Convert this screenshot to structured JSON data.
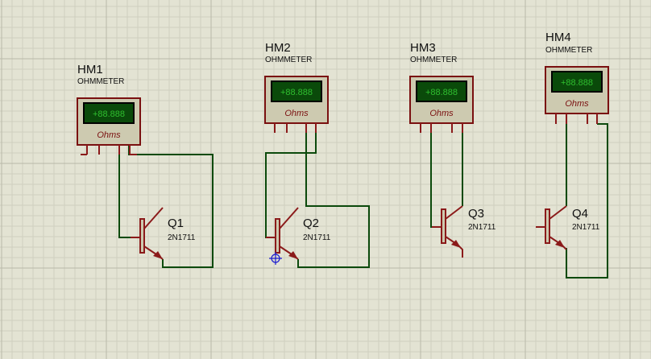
{
  "meters": [
    {
      "ref": "HM1",
      "type": "OHMMETER",
      "display": "+88.888",
      "unit": "Ohms"
    },
    {
      "ref": "HM2",
      "type": "OHMMETER",
      "display": "+88.888",
      "unit": "Ohms"
    },
    {
      "ref": "HM3",
      "type": "OHMMETER",
      "display": "+88.888",
      "unit": "Ohms"
    },
    {
      "ref": "HM4",
      "type": "OHMMETER",
      "display": "+88.888",
      "unit": "Ohms"
    }
  ],
  "transistors": [
    {
      "ref": "Q1",
      "part": "2N1711"
    },
    {
      "ref": "Q2",
      "part": "2N1711"
    },
    {
      "ref": "Q3",
      "part": "2N1711"
    },
    {
      "ref": "Q4",
      "part": "2N1711"
    }
  ],
  "colors": {
    "wire": "#0c4a0c",
    "component": "#8b1a1a",
    "lcd": "#0a4a0a",
    "lcd_text": "#2fbf2f",
    "background": "#e3e3d3"
  }
}
